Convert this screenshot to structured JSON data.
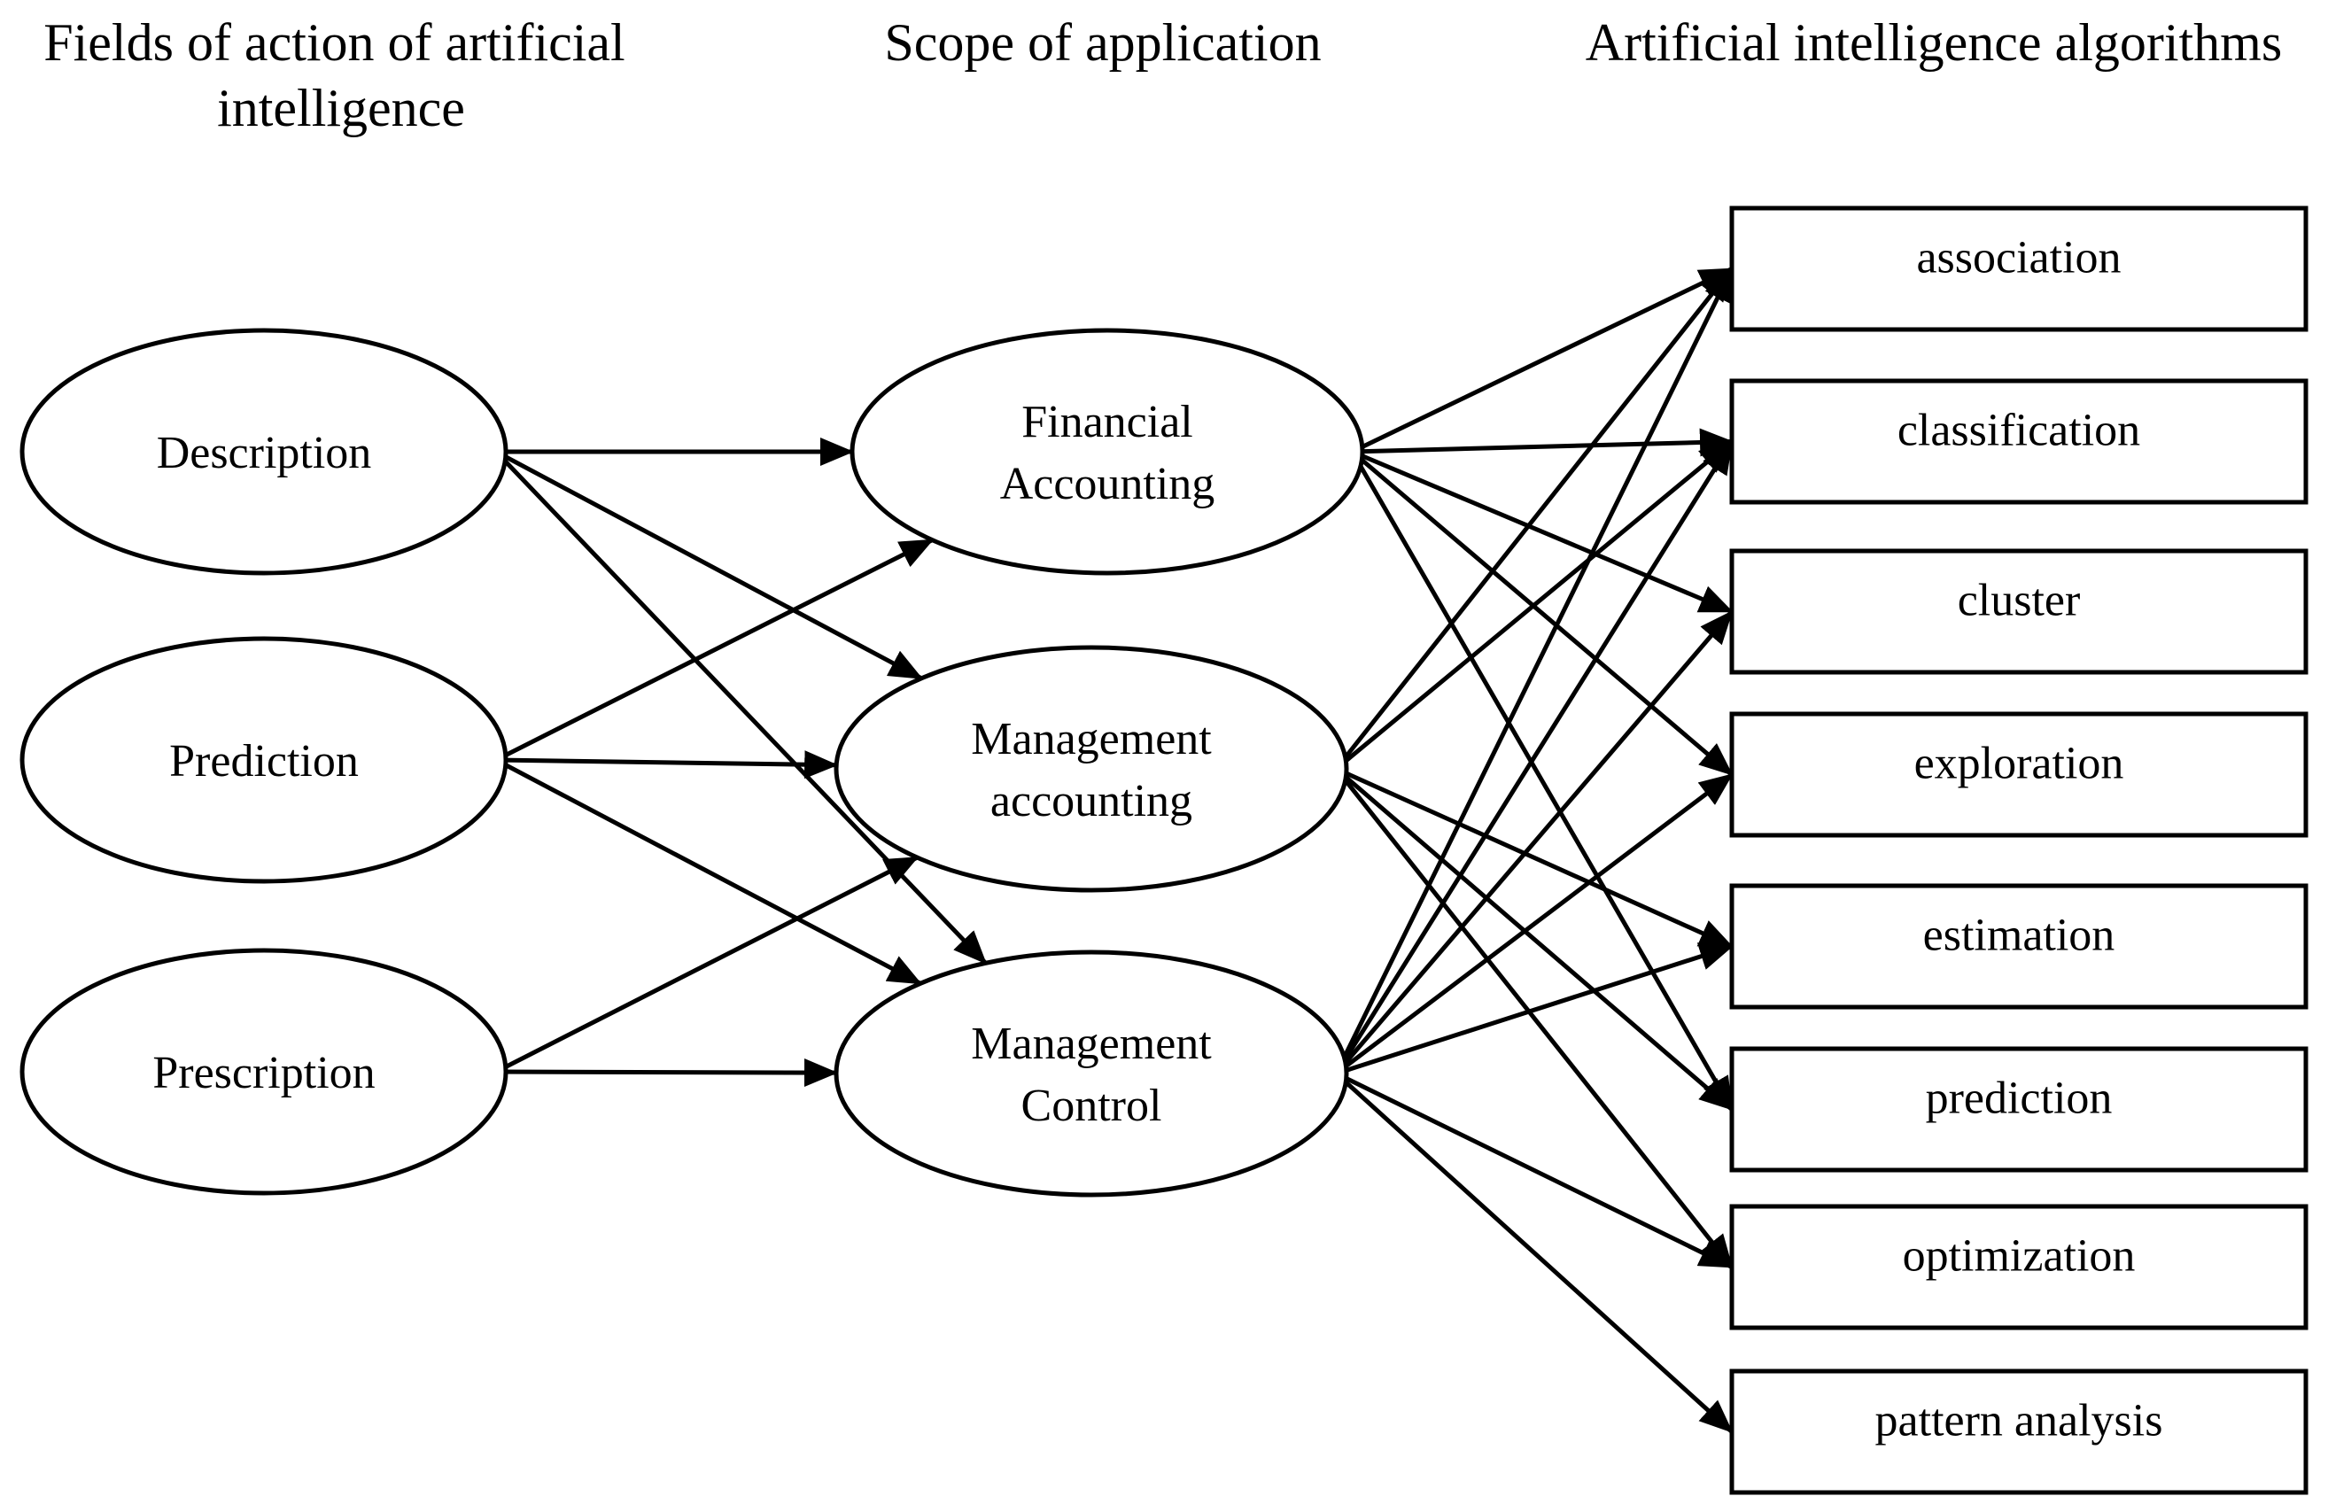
{
  "headers": {
    "fields": [
      "Fields of action of artificial",
      "intelligence"
    ],
    "scope": [
      "Scope of application"
    ],
    "algorithms": [
      "Artificial intelligence algorithms"
    ]
  },
  "fields": [
    {
      "id": "description",
      "label": [
        "Description"
      ]
    },
    {
      "id": "prediction-field",
      "label": [
        "Prediction"
      ]
    },
    {
      "id": "prescription",
      "label": [
        "Prescription"
      ]
    }
  ],
  "scopes": [
    {
      "id": "financial-accounting",
      "label": [
        "Financial",
        "Accounting"
      ]
    },
    {
      "id": "management-accounting",
      "label": [
        "Management",
        "accounting"
      ]
    },
    {
      "id": "management-control",
      "label": [
        "Management",
        "Control"
      ]
    }
  ],
  "algorithms": [
    {
      "id": "association",
      "label": "association"
    },
    {
      "id": "classification",
      "label": "classification"
    },
    {
      "id": "cluster",
      "label": "cluster"
    },
    {
      "id": "exploration",
      "label": "exploration"
    },
    {
      "id": "estimation",
      "label": "estimation"
    },
    {
      "id": "prediction",
      "label": "prediction"
    },
    {
      "id": "optimization",
      "label": "optimization"
    },
    {
      "id": "pattern-analysis",
      "label": "pattern analysis"
    }
  ],
  "edges": [
    [
      "description",
      "financial-accounting"
    ],
    [
      "description",
      "management-accounting"
    ],
    [
      "description",
      "management-control"
    ],
    [
      "prediction-field",
      "financial-accounting"
    ],
    [
      "prediction-field",
      "management-accounting"
    ],
    [
      "prediction-field",
      "management-control"
    ],
    [
      "prescription",
      "management-accounting"
    ],
    [
      "prescription",
      "management-control"
    ],
    [
      "financial-accounting",
      "association"
    ],
    [
      "financial-accounting",
      "classification"
    ],
    [
      "financial-accounting",
      "cluster"
    ],
    [
      "financial-accounting",
      "exploration"
    ],
    [
      "financial-accounting",
      "prediction"
    ],
    [
      "management-accounting",
      "association"
    ],
    [
      "management-accounting",
      "classification"
    ],
    [
      "management-accounting",
      "estimation"
    ],
    [
      "management-accounting",
      "prediction"
    ],
    [
      "management-accounting",
      "optimization"
    ],
    [
      "management-control",
      "association"
    ],
    [
      "management-control",
      "classification"
    ],
    [
      "management-control",
      "cluster"
    ],
    [
      "management-control",
      "exploration"
    ],
    [
      "management-control",
      "estimation"
    ],
    [
      "management-control",
      "optimization"
    ],
    [
      "management-control",
      "pattern-analysis"
    ]
  ]
}
